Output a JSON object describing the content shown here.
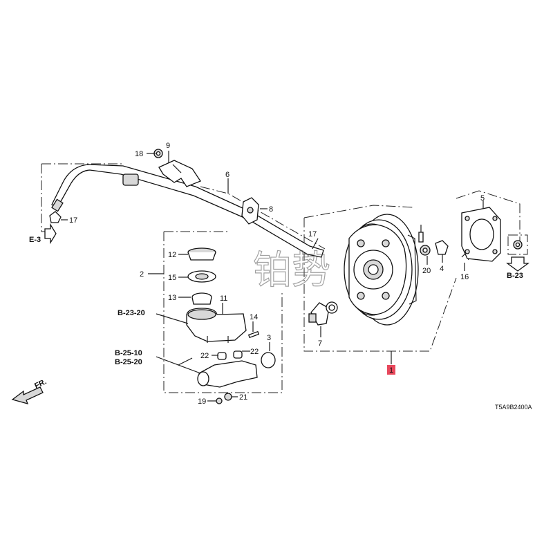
{
  "callouts": {
    "c1": "1",
    "c2": "2",
    "c3": "3",
    "c4": "4",
    "c5": "5",
    "c6": "6",
    "c7": "7",
    "c8": "8",
    "c9": "9",
    "c11": "11",
    "c12": "12",
    "c13": "13",
    "c14": "14",
    "c15": "15",
    "c16": "16",
    "c17a": "17",
    "c17b": "17",
    "c18": "18",
    "c19": "19",
    "c20": "20",
    "c21": "21",
    "c22a": "22",
    "c22b": "22"
  },
  "references": {
    "e3": "E-3",
    "b23": "B-23",
    "b23_20": "B-23-20",
    "b25_10": "B-25-10",
    "b25_20": "B-25-20"
  },
  "front_marker": "FR.",
  "diagram_code": "T5A9B2400A",
  "watermark": "铂势",
  "colors": {
    "highlight": "#e8485c",
    "line": "#111111"
  }
}
